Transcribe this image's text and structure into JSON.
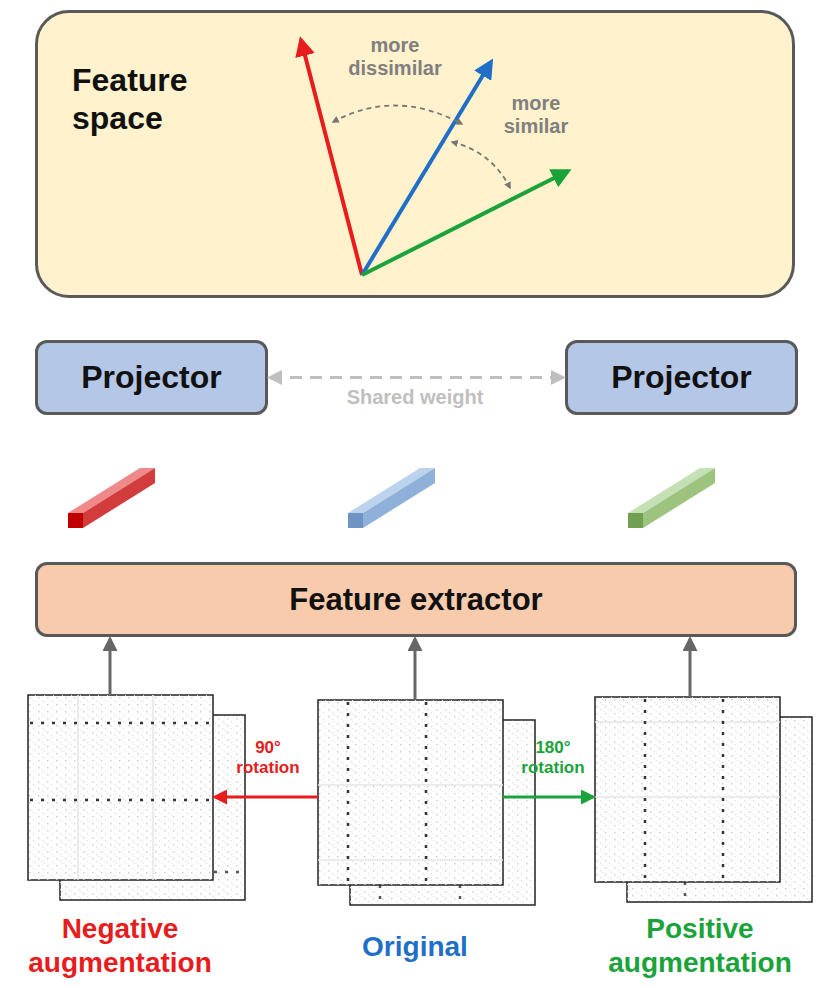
{
  "diagram": {
    "nodes": [
      {
        "text": [
          "Feature space"
        ]
      },
      {
        "text": [
          "Projector"
        ]
      },
      {
        "text": [
          "Projector"
        ]
      },
      {
        "text": [
          "Feature extractor"
        ]
      },
      {
        "text": [
          "Negative augmentation"
        ]
      },
      {
        "text": [
          "Original"
        ]
      },
      {
        "text": [
          "Positive augmentation"
        ]
      }
    ],
    "edges": [
      {
        "from": 1,
        "to": 2,
        "arrow": "both",
        "label": "Shared weight"
      },
      {
        "from": 5,
        "to": 4,
        "arrow": "to",
        "label": "90° rotation"
      },
      {
        "from": 5,
        "to": 6,
        "arrow": "to",
        "label": "180° rotation"
      },
      {
        "from": 4,
        "to": 3,
        "arrow": "to"
      },
      {
        "from": 5,
        "to": 3,
        "arrow": "to"
      },
      {
        "from": 6,
        "to": 3,
        "arrow": "to"
      }
    ],
    "labels": [
      "more dissimilar",
      "more similar"
    ]
  }
}
